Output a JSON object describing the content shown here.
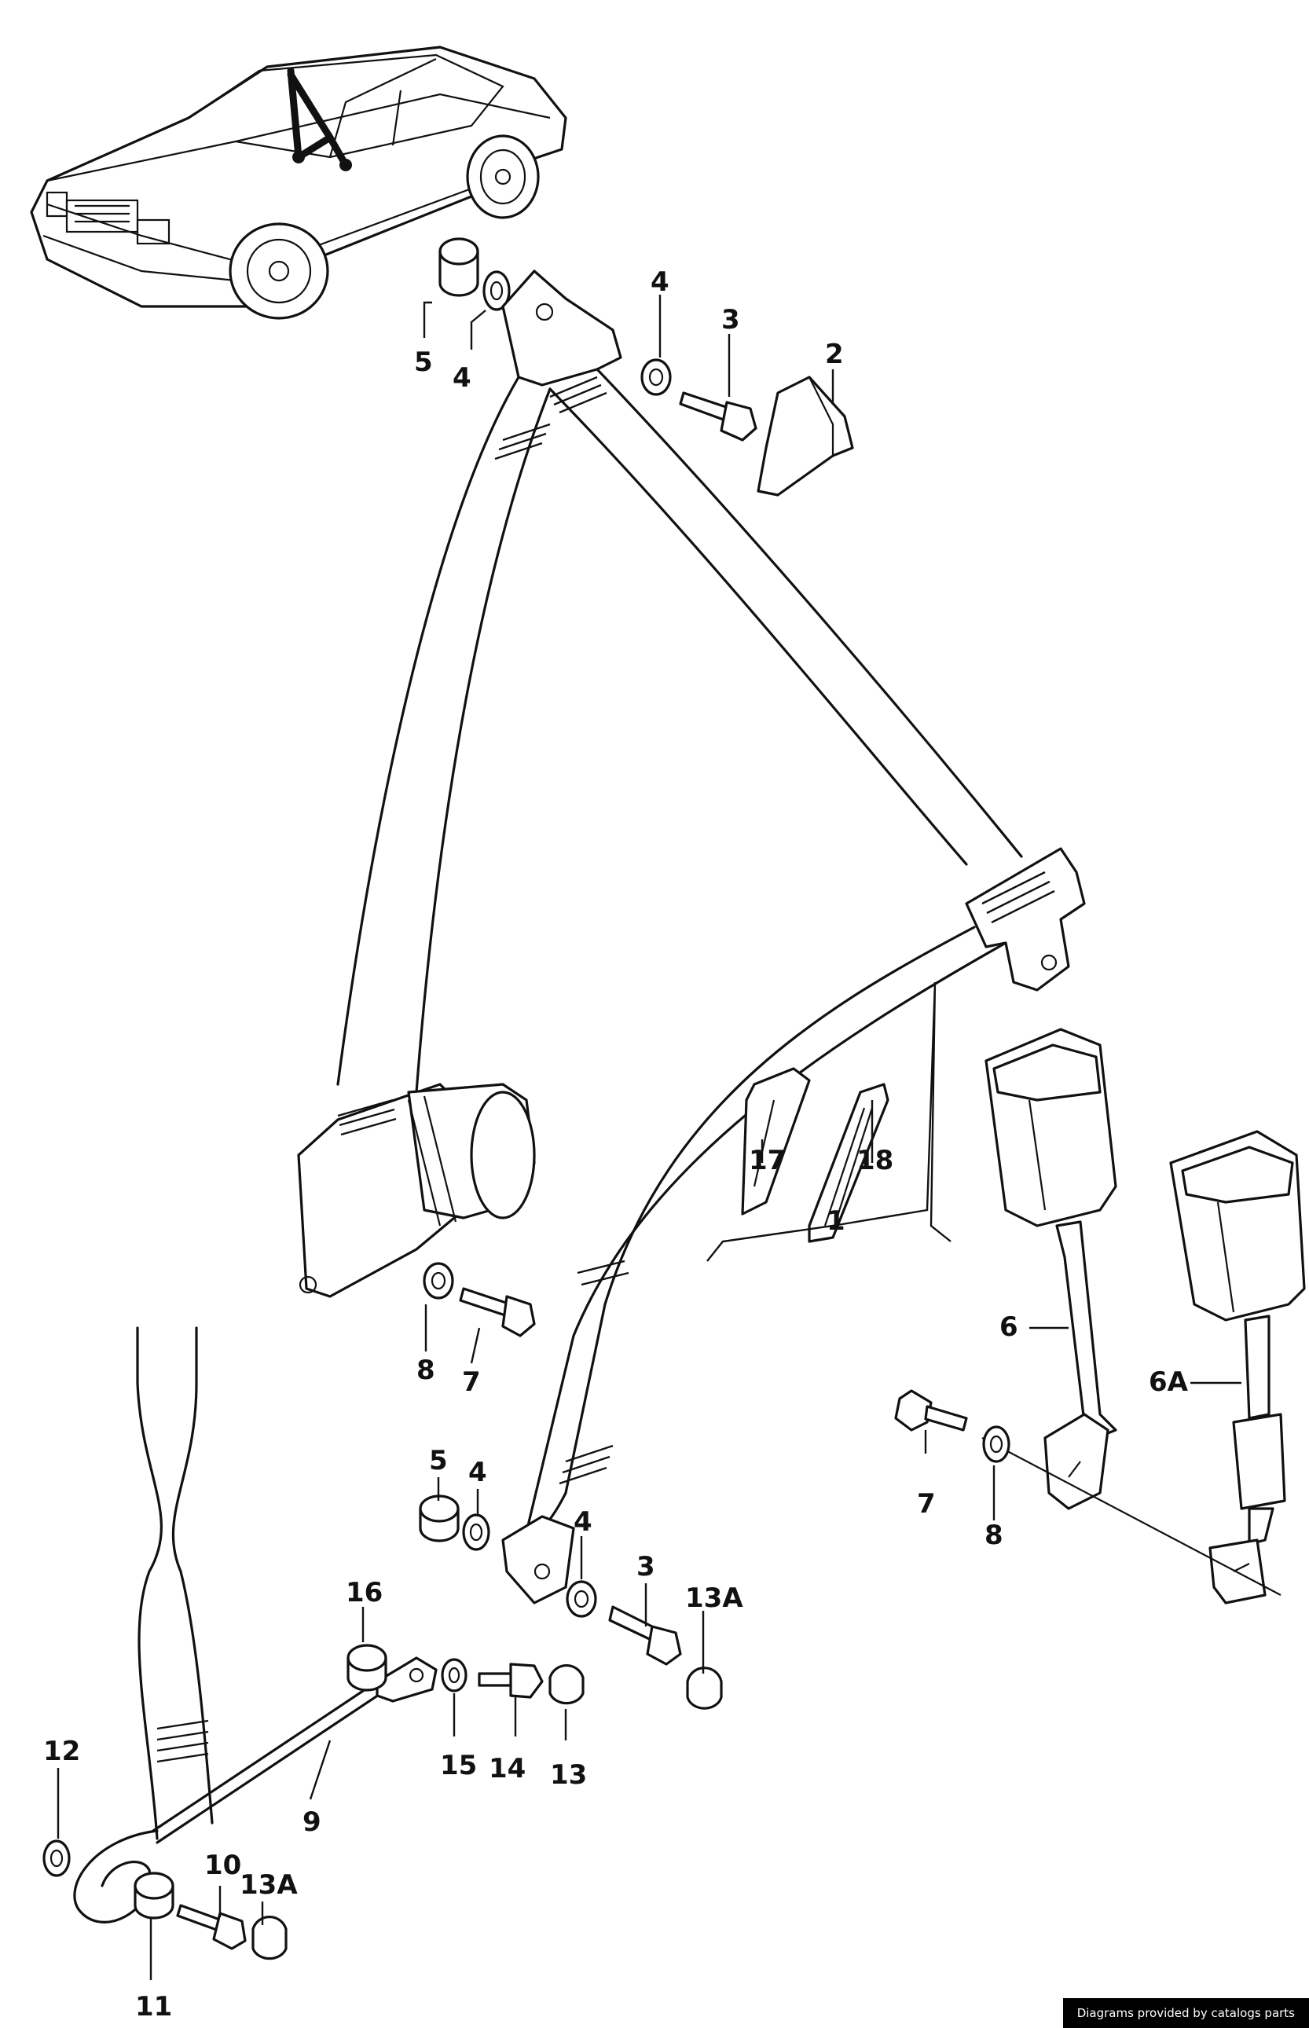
{
  "labels": {
    "l1": "1",
    "l2": "2",
    "l3a": "3",
    "l3b": "3",
    "l4a": "4",
    "l4b": "4",
    "l4c": "4",
    "l4d": "4",
    "l5a": "5",
    "l5b": "5",
    "l6": "6",
    "l6A": "6A",
    "l7a": "7",
    "l7b": "7",
    "l8a": "8",
    "l8b": "8",
    "l9": "9",
    "l10": "10",
    "l11": "11",
    "l12": "12",
    "l13": "13",
    "l13Aa": "13A",
    "l13Ab": "13A",
    "l14": "14",
    "l15": "15",
    "l16": "16",
    "l17": "17",
    "l18": "18"
  },
  "footer": "Diagrams provided by catalogs parts"
}
